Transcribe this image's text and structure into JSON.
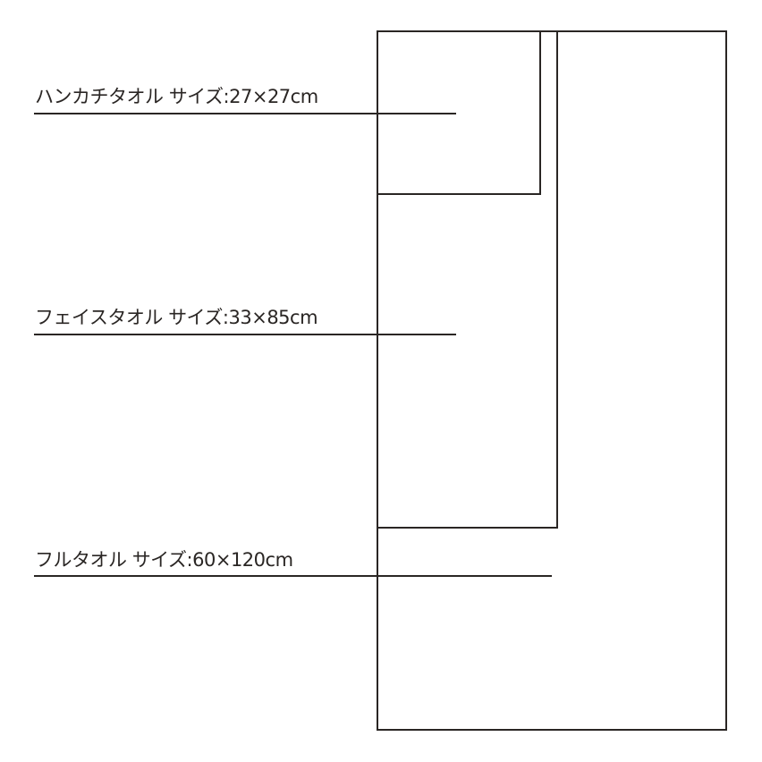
{
  "towels": [
    {
      "name": "ハンカチタオル",
      "size_label": "サイズ:27×27cm",
      "width_cm": 27,
      "height_cm": 27
    },
    {
      "name": "フェイスタオル",
      "size_label": "サイズ:33×85cm",
      "width_cm": 33,
      "height_cm": 85
    },
    {
      "name": "フルタオル",
      "size_label": "サイズ:60×120cm",
      "width_cm": 60,
      "height_cm": 120
    }
  ],
  "colors": {
    "stroke": "#2a2624",
    "background": "#ffffff"
  }
}
